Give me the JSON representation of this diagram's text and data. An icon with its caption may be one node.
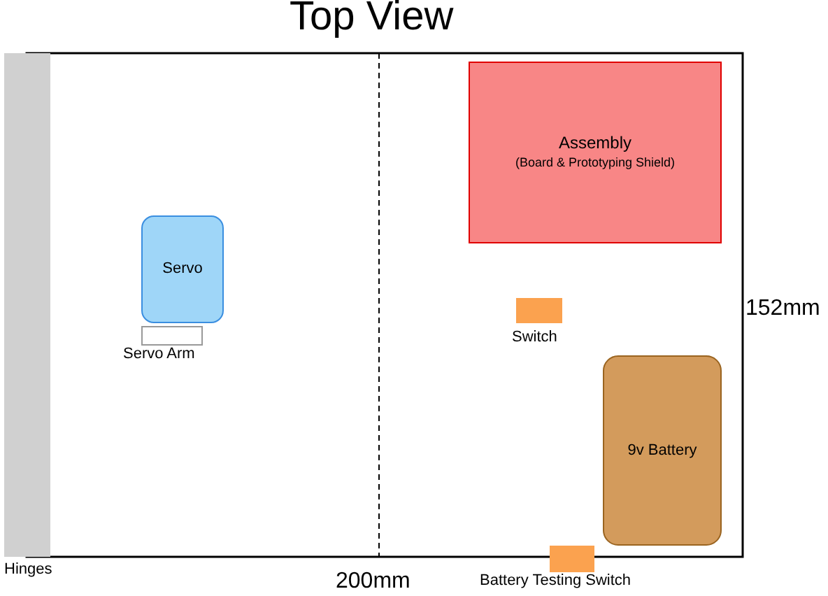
{
  "diagram": {
    "title": "Top View",
    "nodes": [
      {
        "text": [
          "Hinges"
        ]
      },
      {
        "text": [
          "Assembly",
          "(Board & Prototyping Shield)"
        ]
      },
      {
        "text": [
          "Servo"
        ]
      },
      {
        "text": [
          "Servo Arm"
        ]
      },
      {
        "text": [
          "Switch"
        ]
      },
      {
        "text": [
          "9v Battery"
        ]
      },
      {
        "text": [
          "Battery Testing Switch"
        ]
      }
    ],
    "edges": [],
    "labels": [
      "152mm",
      "200mm"
    ]
  }
}
